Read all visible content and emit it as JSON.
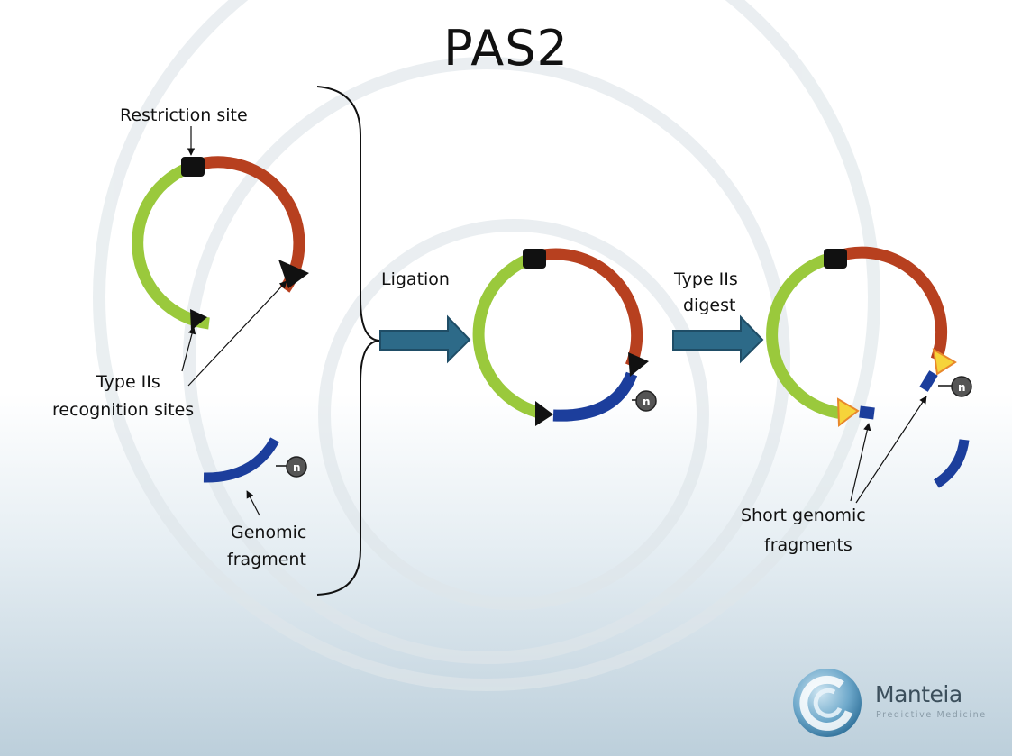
{
  "title": "PAS2",
  "labels": {
    "restriction_site": "Restriction site",
    "type_iis_line1": "Type IIs",
    "type_iis_line2": "recognition sites",
    "genomic_line1": "Genomic",
    "genomic_line2": "fragment",
    "ligation": "Ligation",
    "digest_line1": "Type IIs",
    "digest_line2": "digest",
    "short_line1": "Short genomic",
    "short_line2": "fragments",
    "n_marker": "n"
  },
  "logo": {
    "name": "Manteia",
    "tagline": "Predictive Medicine"
  },
  "colors": {
    "vector_green": "#9ac93c",
    "vector_red": "#b7401f",
    "genomic_blue": "#1c3e9c",
    "arrow_fill": "#2d6a88",
    "arrow_stroke": "#1f4d66",
    "site_yellow": "#f6d43a",
    "site_orange": "#e8872c"
  }
}
